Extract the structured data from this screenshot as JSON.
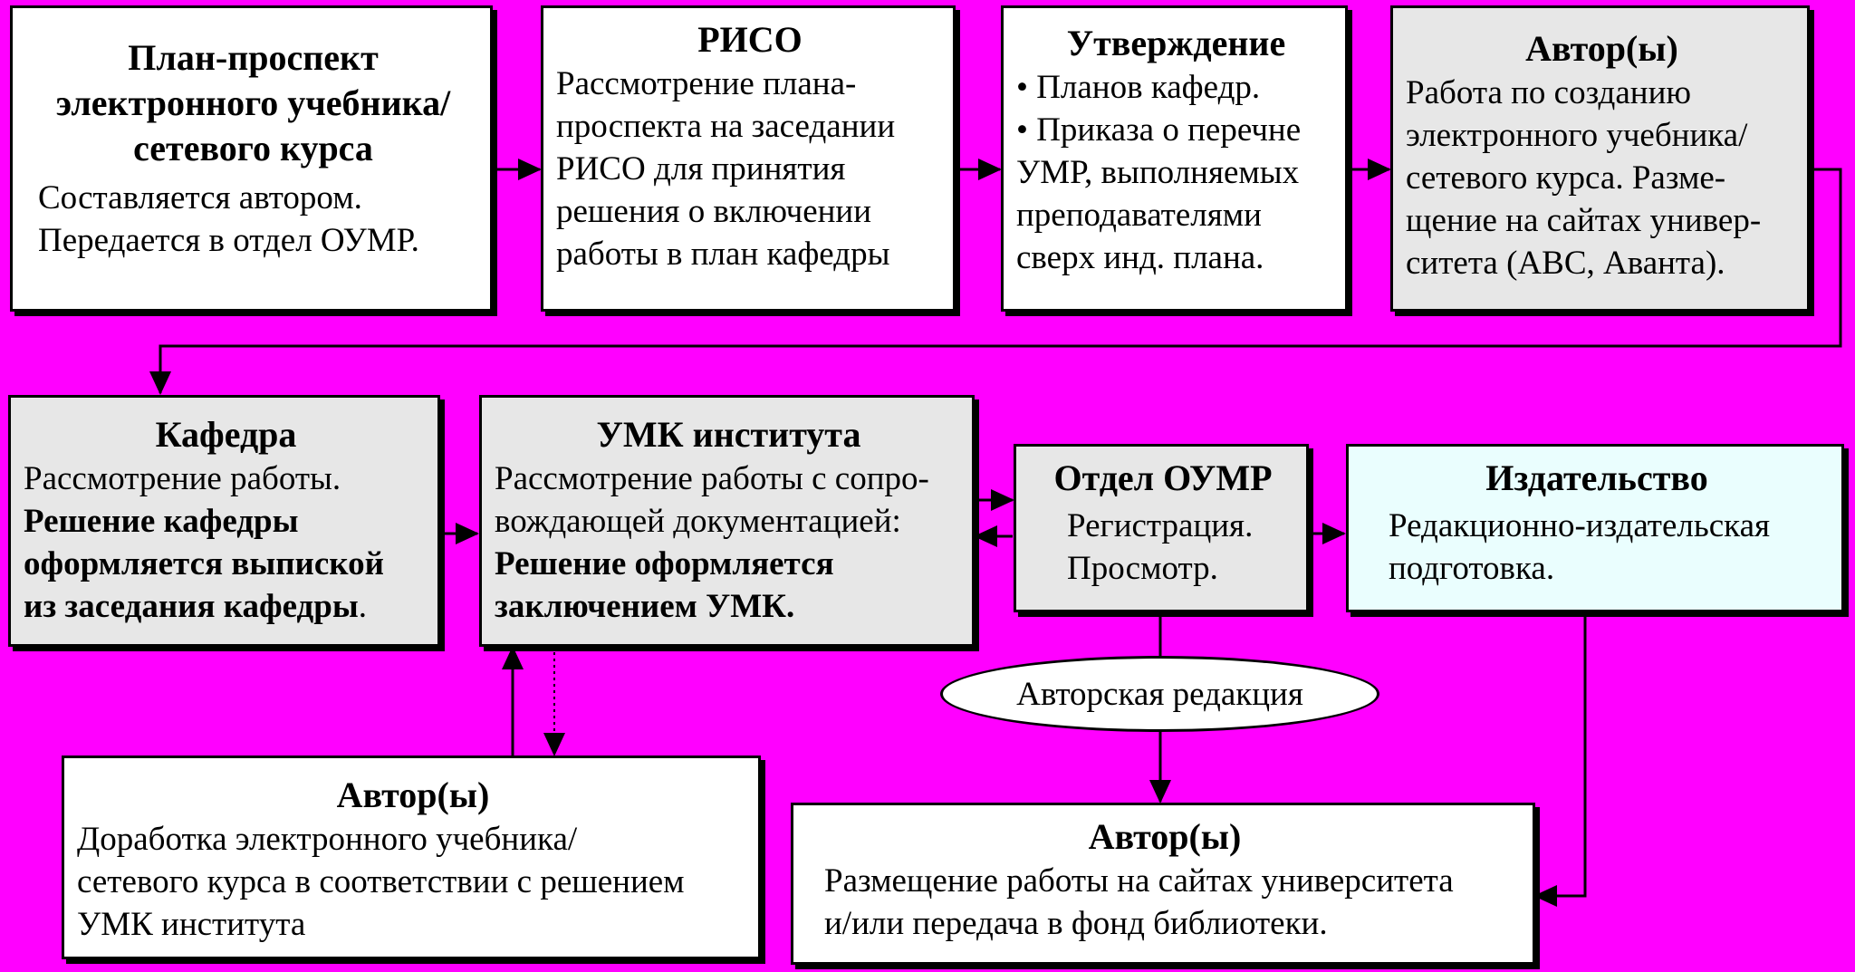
{
  "colors": {
    "background": "#FF00FF",
    "box_white": "#FFFFFF",
    "box_gray": "#E7E7E7",
    "box_cyan": "#EAFEFE",
    "line": "#000000"
  },
  "boxes": {
    "plan": {
      "title": [
        "План-проспект",
        "электронного учебника/",
        "сетевого курса"
      ],
      "lines": [
        "Составляется автором.",
        "Передается в отдел ОУМР."
      ]
    },
    "riso": {
      "title": "РИСО",
      "lines": [
        "Рассмотрение плана-",
        "проспекта на заседании",
        "РИСО для принятия",
        "решения о включении",
        "работы в план кафедры"
      ]
    },
    "approval": {
      "title": "Утверждение",
      "lines": [
        "• Планов кафедр.",
        "• Приказа о перечне",
        "УМР, выполняемых",
        "преподавателями",
        "сверх инд. плана."
      ]
    },
    "author_top": {
      "title": "Автор(ы)",
      "lines": [
        "Работа по созданию",
        "электронного учебника/",
        "сетевого курса. Разме-",
        "щение на сайтах универ-",
        "ситета (АВС, Аванта)."
      ]
    },
    "department": {
      "title": "Кафедра",
      "lines": [
        "Рассмотрение работы."
      ],
      "bold_lines": [
        "Решение кафедры",
        "оформляется выпиской",
        "из заседания кафедры"
      ],
      "tail": "."
    },
    "umk": {
      "title": "УМК института",
      "lines": [
        "Рассмотрение работы с сопро-",
        "вождающей документацией:"
      ],
      "bold_lines": [
        "Решение оформляется",
        "заключением УМК."
      ]
    },
    "oumr": {
      "title": "Отдел ОУМР",
      "lines": [
        "Регистрация.",
        "Просмотр."
      ]
    },
    "publisher": {
      "title": "Издательство",
      "lines": [
        "Редакционно-издательская",
        "подготовка."
      ]
    },
    "author_revision": {
      "title": "Автор(ы)",
      "lines": [
        "Доработка электронного учебника/",
        "сетевого курса в соответствии с решением",
        "УМК института"
      ]
    },
    "author_final": {
      "title": "Автор(ы)",
      "lines": [
        "Размещение работы на сайтах университета",
        "и/или передача в фонд библиотеки."
      ]
    }
  },
  "ellipse_label": "Авторская редакция"
}
